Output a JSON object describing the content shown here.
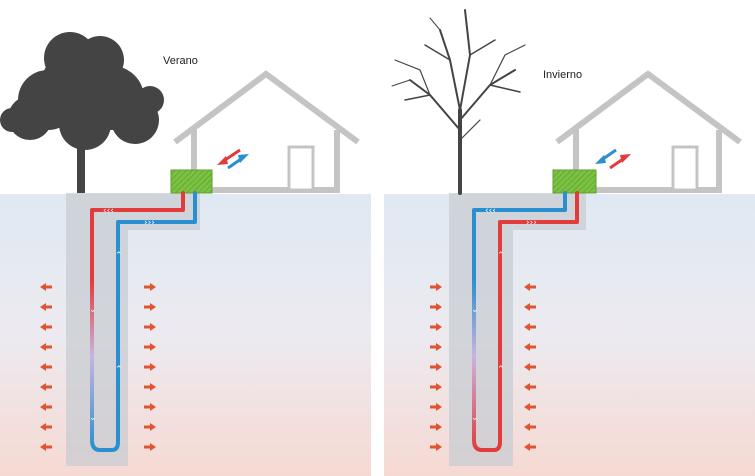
{
  "panels": [
    {
      "id": "summer",
      "season_label": "Verano"
    },
    {
      "id": "winter",
      "season_label": "Invierno"
    }
  ],
  "colors": {
    "pipe_hot": "#e23b3b",
    "pipe_cold": "#2a8fd0",
    "heat_arrow": "#e0552f",
    "exchanger": "#7cc242",
    "house_outline": "#c4c4c4",
    "tree": "#444444",
    "soil_top": "#dfe9f2",
    "soil_bottom": "#f6d9d3"
  }
}
